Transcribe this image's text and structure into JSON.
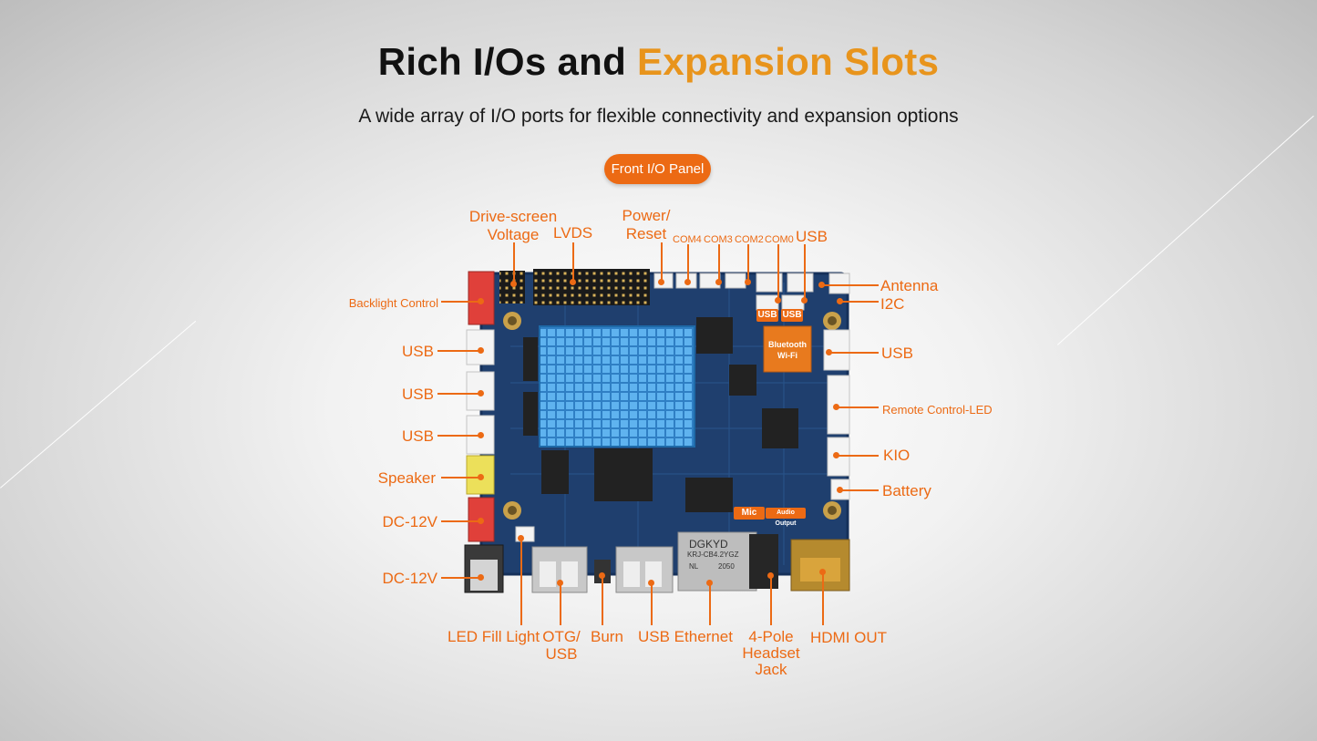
{
  "header": {
    "title_main": "Rich I/Os and ",
    "title_accent": "Expansion Slots",
    "subtitle": "A wide array of I/O ports for flexible connectivity and expansion options",
    "badge": "Front I/O Panel"
  },
  "labels": {
    "drive_screen_voltage_1": "Drive-screen",
    "drive_screen_voltage_2": "Voltage",
    "lvds": "LVDS",
    "power_reset_1": "Power/",
    "power_reset_2": "Reset",
    "com4": "COM4",
    "com3": "COM3",
    "com2": "COM2",
    "com0": "COM0",
    "usb_top": "USB",
    "antenna": "Antenna",
    "i2c": "I2C",
    "usb_right": "USB",
    "remote_control_led": "Remote Control-LED",
    "kio": "KIO",
    "battery": "Battery",
    "backlight_control": "Backlight Control",
    "usb_left_1": "USB",
    "usb_left_2": "USB",
    "usb_left_3": "USB",
    "speaker": "Speaker",
    "dc12v_1": "DC-12V",
    "dc12v_2": "DC-12V",
    "led_fill_light": "LED Fill Light",
    "otg_usb_1": "OTG/",
    "otg_usb_2": "USB",
    "burn": "Burn",
    "usb_ethernet": "USB Ethernet",
    "headset_1": "4-Pole",
    "headset_2": "Headset",
    "headset_3": "Jack",
    "hdmi_out": "HDMI OUT"
  },
  "board": {
    "usb_tag_1": "USB",
    "usb_tag_2": "USB",
    "bt_wifi_1": "Bluetooth",
    "bt_wifi_2": "Wi-Fi",
    "mic_tag": "Mic",
    "audio_output_tag": "Audio Output",
    "eth_brand": "DGKYD",
    "eth_model": "KRJ-CB4.2YGZ",
    "eth_nl": "NL",
    "eth_code": "2050"
  },
  "colors": {
    "accent_orange": "#ec6a14",
    "title_accent": "#e8941c",
    "pcb_blue": "#1f3f6e",
    "heatsink_blue": "#4a9fe0"
  }
}
